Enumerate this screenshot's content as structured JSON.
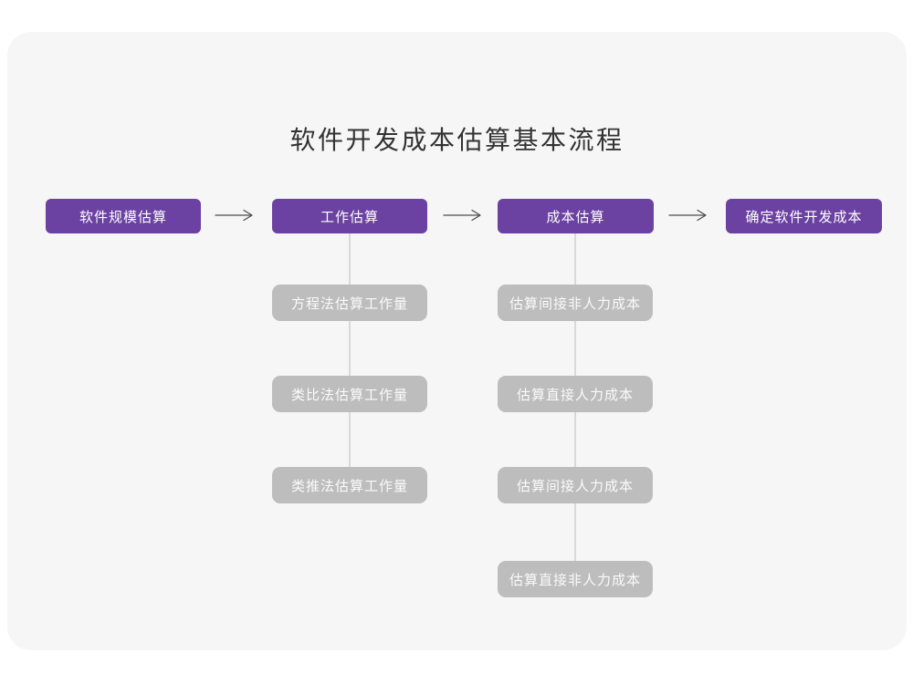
{
  "title": "软件开发成本估算基本流程",
  "colors": {
    "page_bg": "#ffffff",
    "card_bg": "#f6f6f7",
    "step_bg": "#6b42a1",
    "step_text": "#ffffff",
    "substep_bg": "#bdbdbd",
    "substep_text": "#fafafa",
    "arrow": "#4d4d4d",
    "connector_line": "#d9d9d9",
    "title_text": "#333333"
  },
  "flow": {
    "steps": [
      {
        "label": "软件规模估算"
      },
      {
        "label": "工作估算"
      },
      {
        "label": "成本估算"
      },
      {
        "label": "确定软件开发成本"
      }
    ],
    "work_substeps": [
      "方程法估算工作量",
      "类比法估算工作量",
      "类推法估算工作量"
    ],
    "cost_substeps": [
      "估算间接非人力成本",
      "估算直接人力成本",
      "估算间接人力成本",
      "估算直接非人力成本"
    ]
  }
}
